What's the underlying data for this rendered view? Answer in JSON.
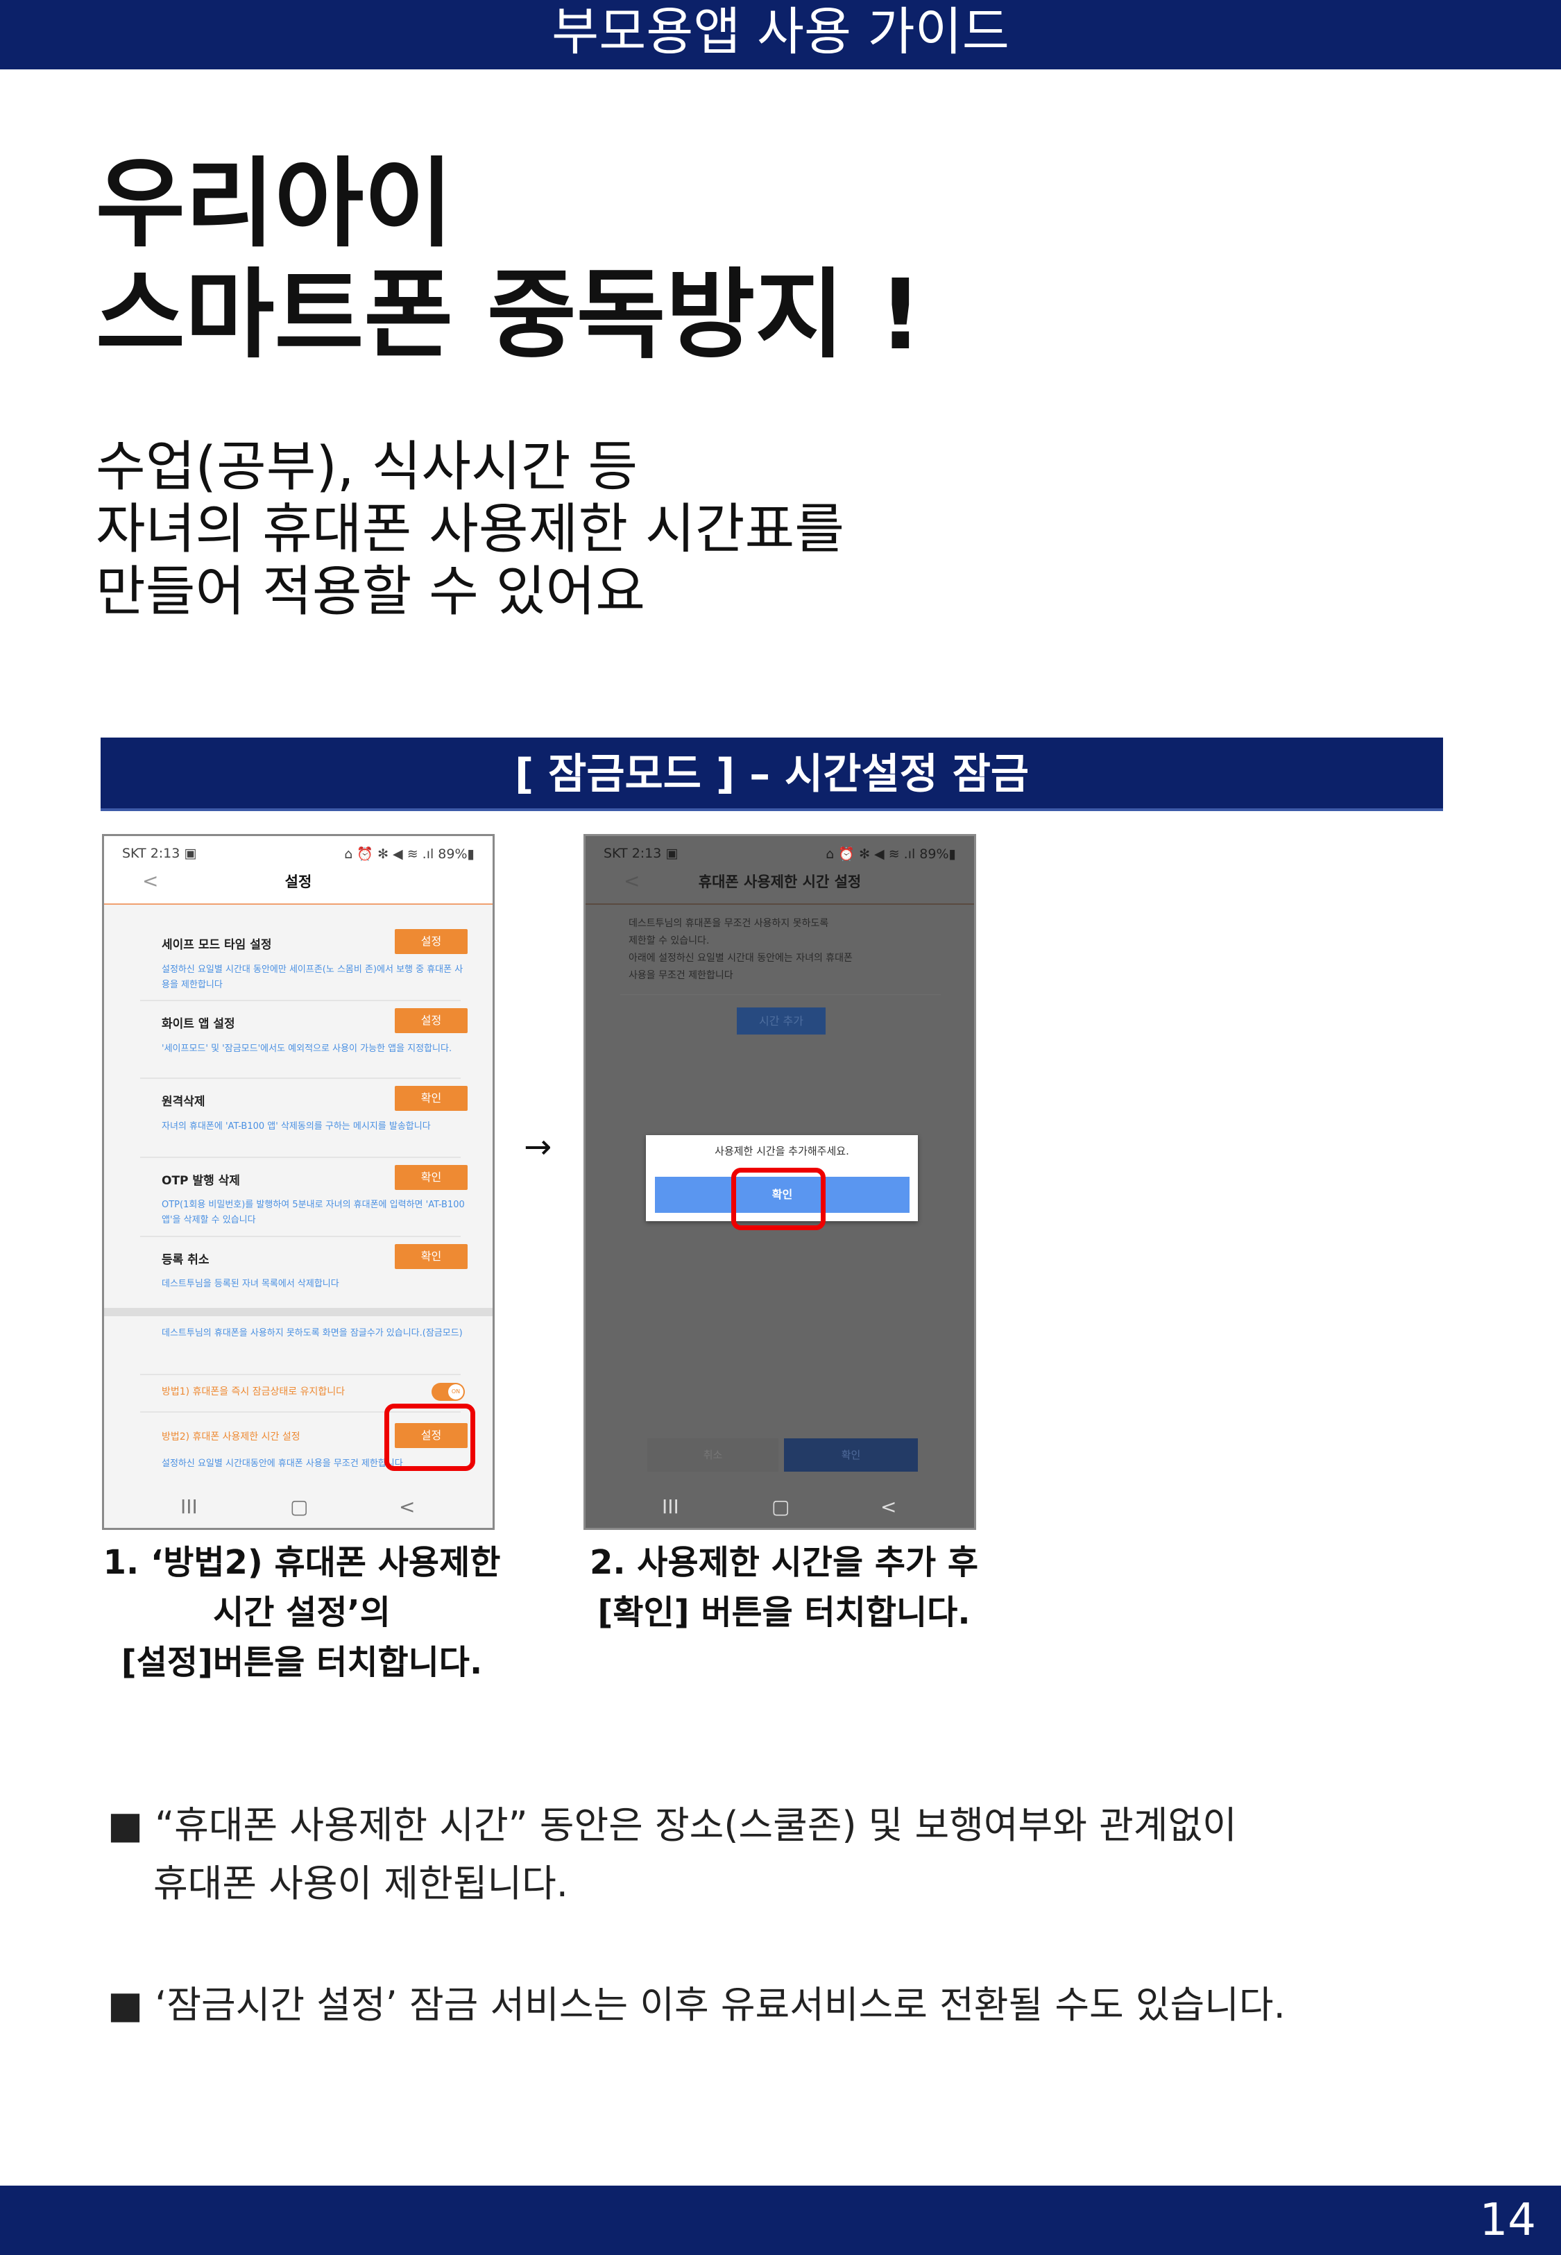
{
  "header": {
    "title": "부모용앱 사용 가이드"
  },
  "hero": {
    "title_lines": [
      "우리아이",
      "스마트폰 중독방지 !"
    ],
    "subtitle_lines": [
      "수업(공부), 식사시간 등",
      "자녀의 휴대폰 사용제한 시간표를",
      "만들어 적용할 수 있어요"
    ]
  },
  "banner": "[ 잠금모드 ] – 시간설정 잠금",
  "phone1": {
    "status_left": "SKT 2:13 ▣",
    "status_right": "⌂ ⏰ ✻ ◀︎ ≋ .ıl 89%▮",
    "title": "설정",
    "items": [
      {
        "title": "세이프 모드 타임 설정",
        "button": "설정",
        "desc": "설정하신 요일별 시간대 동안에만 세이프존(노 스몸비 존)에서 보행 중 휴대폰 사용을 제한합니다"
      },
      {
        "title": "화이트 앱 설정",
        "button": "설정",
        "desc": "'세이프모드' 및 '잠금모드'에서도 예외적으로 사용이 가능한 앱을 지정합니다."
      },
      {
        "title": "원격삭제",
        "button": "확인",
        "desc": "자녀의 휴대폰에 'AT-B100 앱' 삭제동의를 구하는 메시지를 발송합니다"
      },
      {
        "title": "OTP 발행 삭제",
        "button": "확인",
        "desc": "OTP(1회용 비밀번호)를 발행하여 5분내로 자녀의 휴대폰에 입력하면 'AT-B100 앱'을 삭제할 수 있습니다"
      },
      {
        "title": "등록 취소",
        "button": "확인",
        "desc": "데스트투님을 등록된 자녀 목록에서 삭제합니다"
      }
    ],
    "lock_desc": "데스트투님의 휴대폰을 사용하지 못하도록 화면을 잠글수가 있습니다.(잠금모드)",
    "method1": "방법1)  휴대폰을 즉시 잠금상태로 유지합니다",
    "toggle": "ON",
    "method2": "방법2) 휴대폰 사용제한 시간 설정",
    "method2_button": "설정",
    "method2_desc": "설정하신 요일별 시간대동안에 휴대폰 사용을 무조건 제한합니다"
  },
  "arrow": "→",
  "phone2": {
    "status_left": "SKT 2:13 ▣",
    "status_right": "⌂ ⏰ ✻ ◀︎ ≋ .ıl 89%▮",
    "title": "휴대폰 사용제한 시간 설정",
    "desc_lines": [
      "데스트투님의 휴대폰을 무조건 사용하지 못하도록",
      "제한할 수 있습니다.",
      "아래에 설정하신 요일별 시간대 동안에는 자녀의 휴대폰",
      "사용을 무조건 제한합니다"
    ],
    "add_time": "시간 추가",
    "dialog_text": "사용제한 시간을 추가해주세요.",
    "dialog_button": "확인",
    "cancel": "취소",
    "confirm": "확인"
  },
  "nav": {
    "recent": "III",
    "home": "▢",
    "back": "<"
  },
  "captions": {
    "step1": [
      "1. ‘방법2) 휴대폰 사용제한",
      "시간 설정’의",
      "[설정]버튼을 터치합니다."
    ],
    "step2": [
      "2.  사용제한 시간을 추가 후",
      "[확인] 버튼을 터치합니다."
    ]
  },
  "notes": [
    {
      "bullet": "■",
      "lines": [
        "“휴대폰 사용제한 시간” 동안은  장소(스쿨존) 및 보행여부와 관계없이",
        "휴대폰 사용이 제한됩니다."
      ]
    },
    {
      "bullet": "■",
      "lines": [
        "‘잠금시간 설정’ 잠금 서비스는 이후 유료서비스로 전환될 수도 있습니다."
      ]
    }
  ],
  "page_number": "14",
  "colors": {
    "navy": "#0c2169",
    "orange": "#ee8a33",
    "blue_link": "#4a90e2",
    "highlight": "#e00000"
  }
}
